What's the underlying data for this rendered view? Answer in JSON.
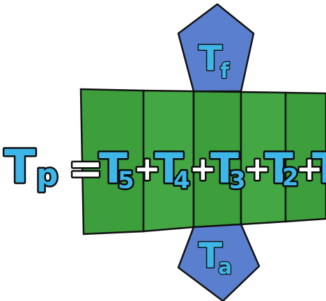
{
  "colors": {
    "face_green": "#3c9f3c",
    "face_green_light": "#46ad46",
    "pentagon_blue": "#5b7fcf",
    "outline": "#111111",
    "label_fill": "#3fb6e8",
    "equation_fill": "#ffffff"
  },
  "top_pentagon": {
    "base": "T",
    "sub": "f"
  },
  "bottom_pentagon": {
    "base": "T",
    "sub": "a"
  },
  "equation": {
    "total_base": "T",
    "total_sub": "p",
    "equals": "=",
    "plus": "+",
    "terms": [
      {
        "base": "T",
        "sub": "5"
      },
      {
        "base": "T",
        "sub": "4"
      },
      {
        "base": "T",
        "sub": "3"
      },
      {
        "base": "T",
        "sub": "2"
      },
      {
        "base": "T",
        "sub": ""
      }
    ]
  }
}
